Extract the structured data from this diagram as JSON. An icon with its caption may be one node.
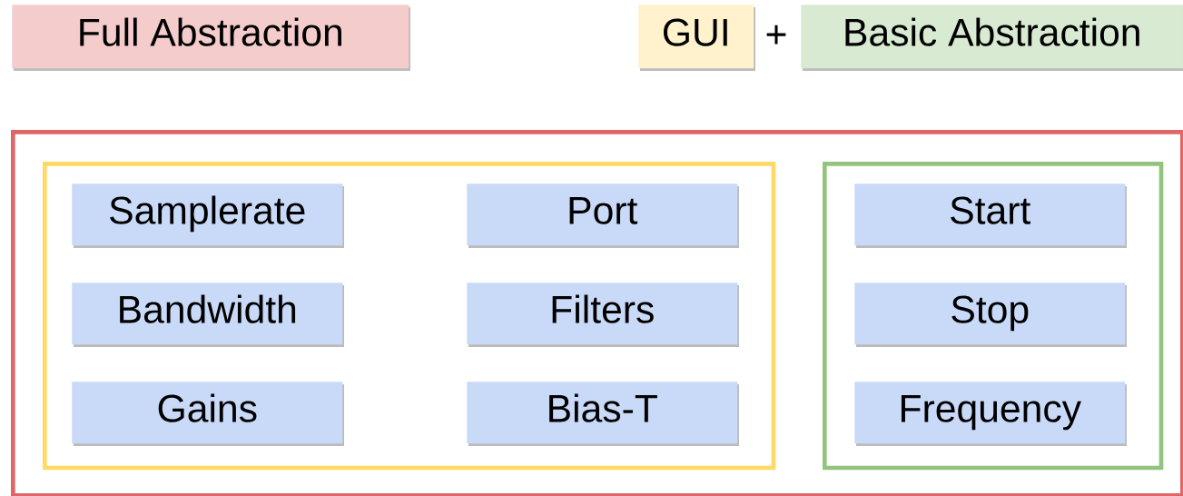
{
  "diagram": {
    "nodes": [
      {
        "text": [
          "Full Abstraction"
        ]
      },
      {
        "text": [
          "GUI"
        ]
      },
      {
        "text": [
          "Basic Abstraction"
        ]
      },
      {
        "text": [],
        "shape": "box"
      },
      {
        "text": [],
        "shape": "box",
        "in": 3
      },
      {
        "text": [],
        "shape": "box",
        "in": 3
      },
      {
        "text": [
          "Samplerate"
        ],
        "in": 4
      },
      {
        "text": [
          "Port"
        ],
        "in": 4
      },
      {
        "text": [
          "Bandwidth"
        ],
        "in": 4
      },
      {
        "text": [
          "Filters"
        ],
        "in": 4
      },
      {
        "text": [
          "Gains"
        ],
        "in": 4
      },
      {
        "text": [
          "Bias-T"
        ],
        "in": 4
      },
      {
        "text": [
          "Start"
        ],
        "in": 5
      },
      {
        "text": [
          "Stop"
        ],
        "in": 5
      },
      {
        "text": [
          "Frequency"
        ],
        "in": 5
      }
    ],
    "labels": [
      "+"
    ]
  }
}
